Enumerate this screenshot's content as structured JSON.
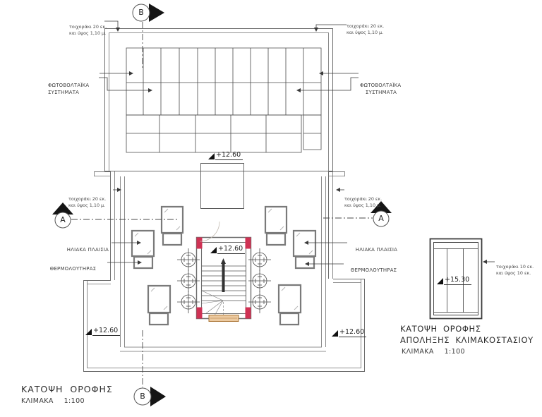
{
  "titles": {
    "main_plan": {
      "line1": "ΚΑΤΟΨΗ ΟΡΟΦΗΣ",
      "scale": "ΚΛΙΜΑΚΑ  1:100"
    },
    "stair_plan": {
      "line1": "ΚΑΤΟΨΗ ΟΡΟΦΗΣ",
      "line2": "ΑΠΟΛΗΞΗΣ ΚΛΙΜΑΚΟΣΤΑΣΙΟΥ",
      "scale": "ΚΛΙΜΑΚΑ  1:100"
    }
  },
  "notes": {
    "parapet20": {
      "line1": "τοιχοράκι 20 εκ.",
      "line2": "και ύψος 1,10 μ."
    },
    "parapet10": {
      "line1": "τοιχοράκι 10 εκ.",
      "line2": "και ύψος 10 εκ."
    }
  },
  "labels": {
    "pv": {
      "line1": "ΦΩΤΟΒΟΛΤΑΪΚΑ",
      "line2": "ΣΥΣΤΗΜΑΤΑ"
    },
    "solar_panels": "ΗΛΙΑΚΑ ΠΛΑΙΣΙΑ",
    "water_heater": "ΘΕΡΜΟΛΟΥΤΗΡΑΣ"
  },
  "levels": {
    "roof": "+12.60",
    "stair_roof": "+15.30"
  },
  "sections": {
    "a": "A",
    "b": "B"
  },
  "colors": {
    "bg": "#ffffff",
    "line": "#3f3f3f",
    "wall": "#6d6d6d",
    "light": "#b9b2a8",
    "red": "#cf3254",
    "tan_fill": "#eccaa0",
    "tan_border": "#aa7434"
  }
}
